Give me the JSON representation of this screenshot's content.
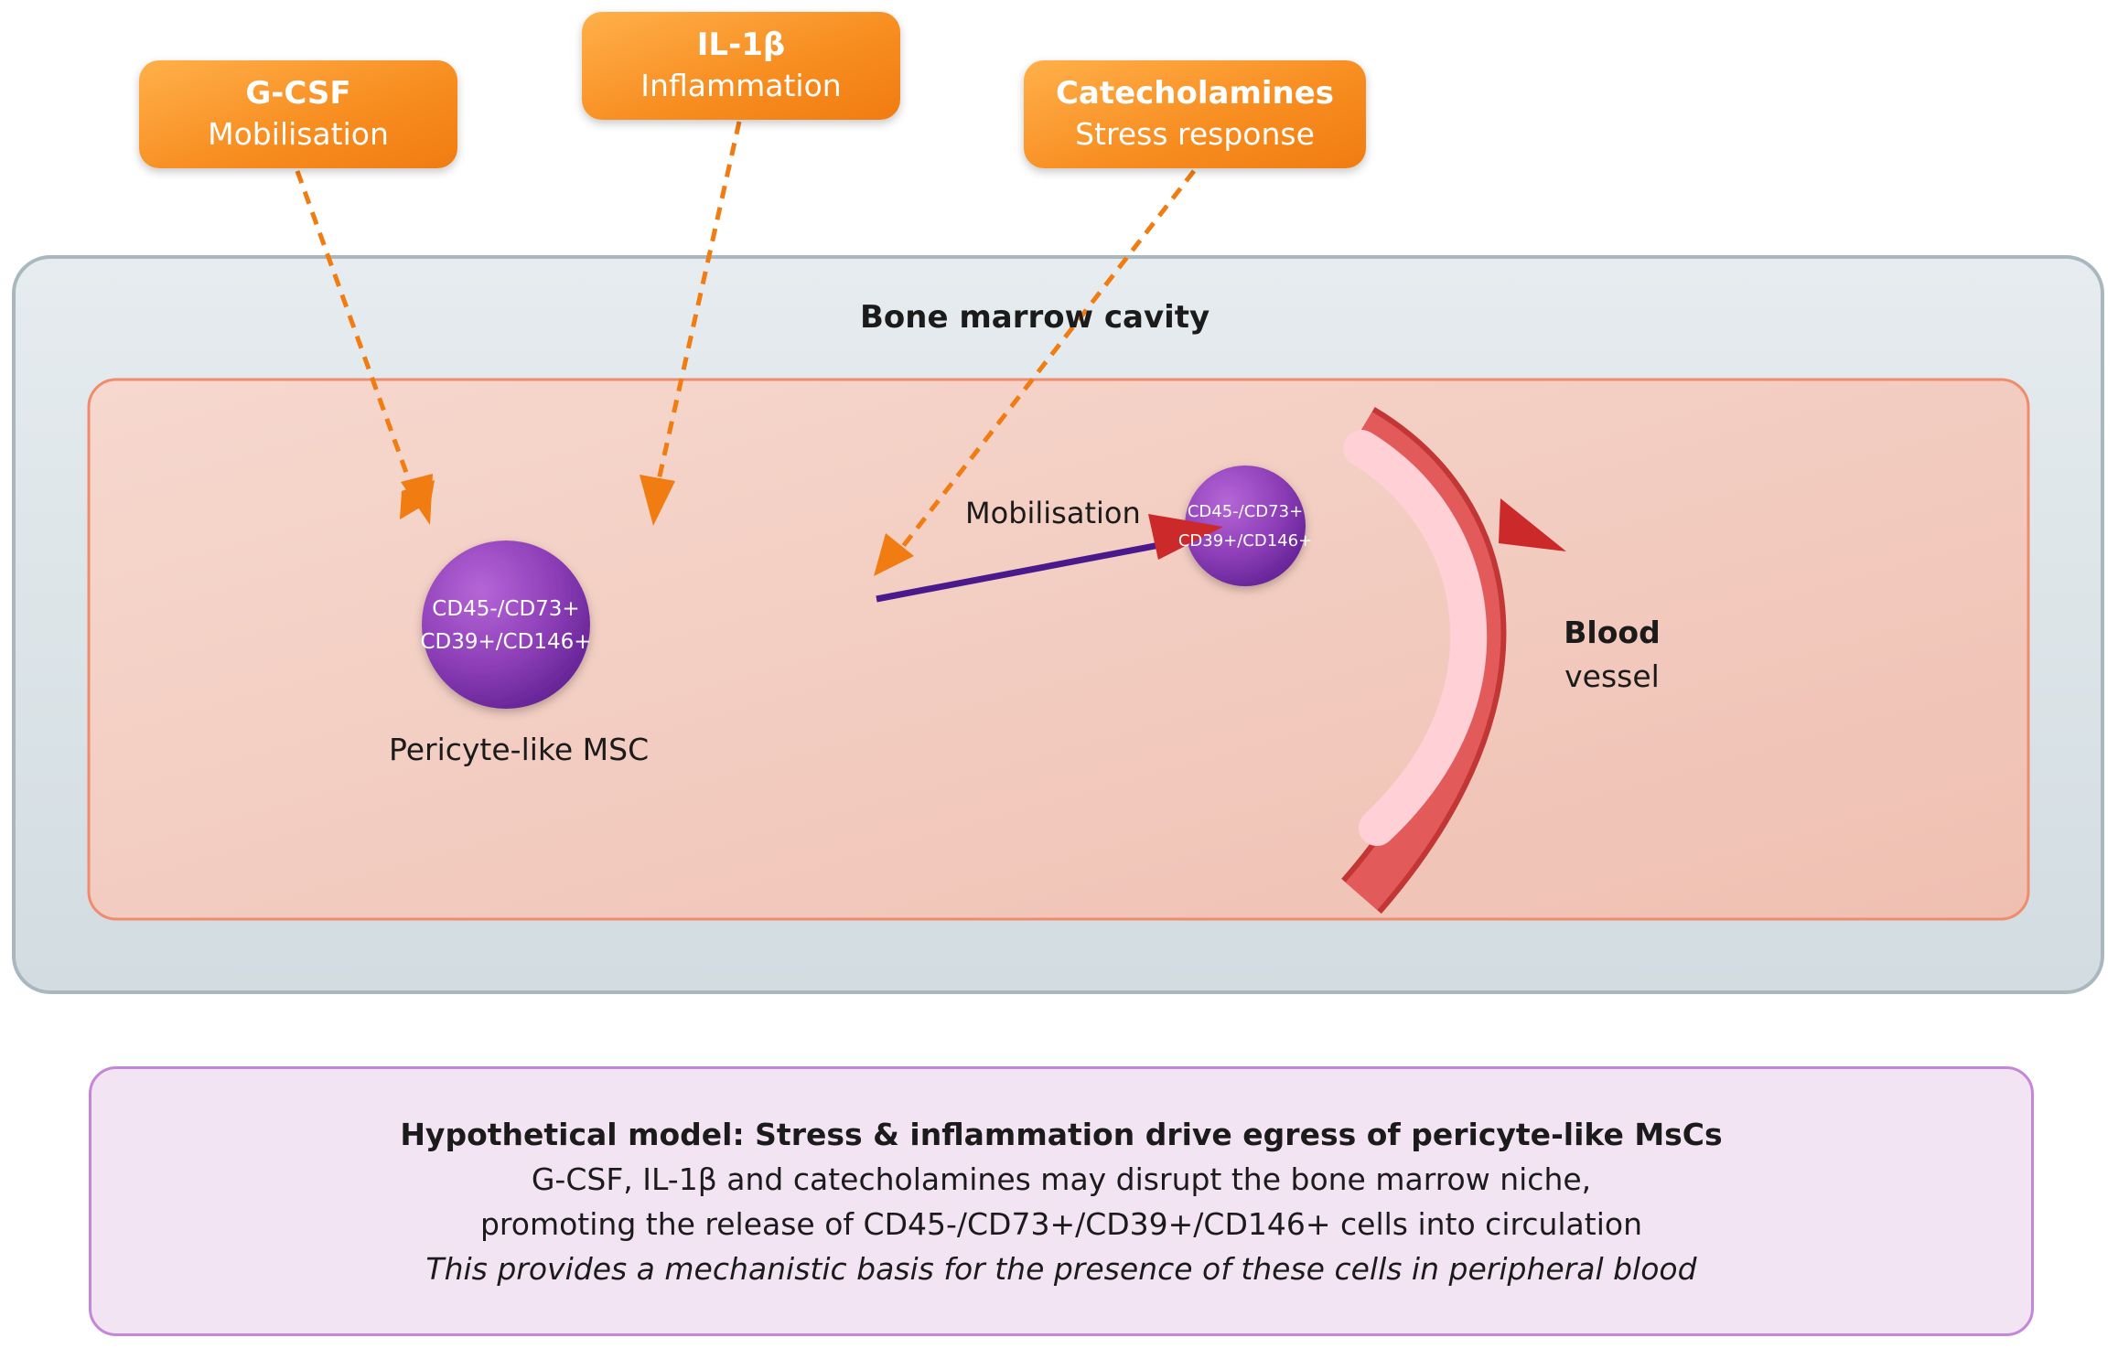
{
  "factors": [
    {
      "name": "G-CSF",
      "role": "Mobilisation"
    },
    {
      "name": "IL-1β",
      "role": "Inflammation"
    },
    {
      "name": "Catecholamines",
      "role": "Stress response"
    }
  ],
  "cavity": {
    "title": "Bone marrow cavity"
  },
  "msc": {
    "marker_line1": "CD45-/CD73+",
    "marker_line2": "CD39+/CD146+",
    "caption": "Pericyte-like MSC"
  },
  "mobilised": {
    "marker_line1": "CD45-/CD73+",
    "marker_line2": "CD39+/CD146+",
    "arrow_label": "Mobilisation"
  },
  "vessel": {
    "line1": "Blood",
    "line2": "vessel"
  },
  "summary": {
    "title": "Hypothetical model: Stress & inflammation drive egress of pericyte-like MsCs",
    "line1": "G-CSF, IL-1β and catecholamines may disrupt the bone marrow niche,",
    "line2": "promoting the release of CD45-/CD73+/CD39+/CD146+ cells into circulation",
    "line3": "This provides a mechanistic basis for the presence of these cells in peripheral blood"
  },
  "colors": {
    "factor_orange": "#f7901e",
    "dashed_arrow": "#f07c12",
    "cell_purple": "#8e3fb8",
    "mobilisation_arrow": "#4a1a8c",
    "arrow_head_red": "#cc2a2a",
    "vessel_red": "#d94a4a",
    "vessel_pink": "#ffd0d6",
    "niche_fill": "#f3cfc3",
    "niche_border": "#f08b6e",
    "cavity_fill": "#dde5ea",
    "cavity_border": "#a9b8bf",
    "summary_fill": "#f3e4f4",
    "summary_border": "#c486d6"
  }
}
